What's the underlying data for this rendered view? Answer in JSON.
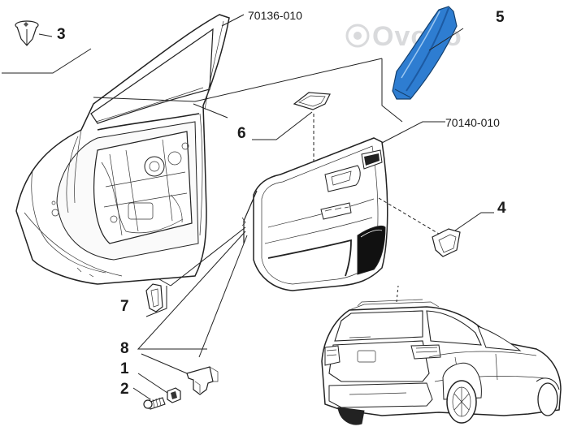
{
  "diagram": {
    "reference_codes": [
      "70136-010",
      "70140-010"
    ],
    "callouts": [
      "1",
      "2",
      "3",
      "4",
      "5",
      "6",
      "7",
      "8"
    ],
    "watermark": "Ovoko",
    "colors": {
      "highlight_part": "#2e7dd1",
      "highlight_dark": "#1c5aa3",
      "line": "#222222",
      "watermark": "#d9dadc"
    }
  }
}
